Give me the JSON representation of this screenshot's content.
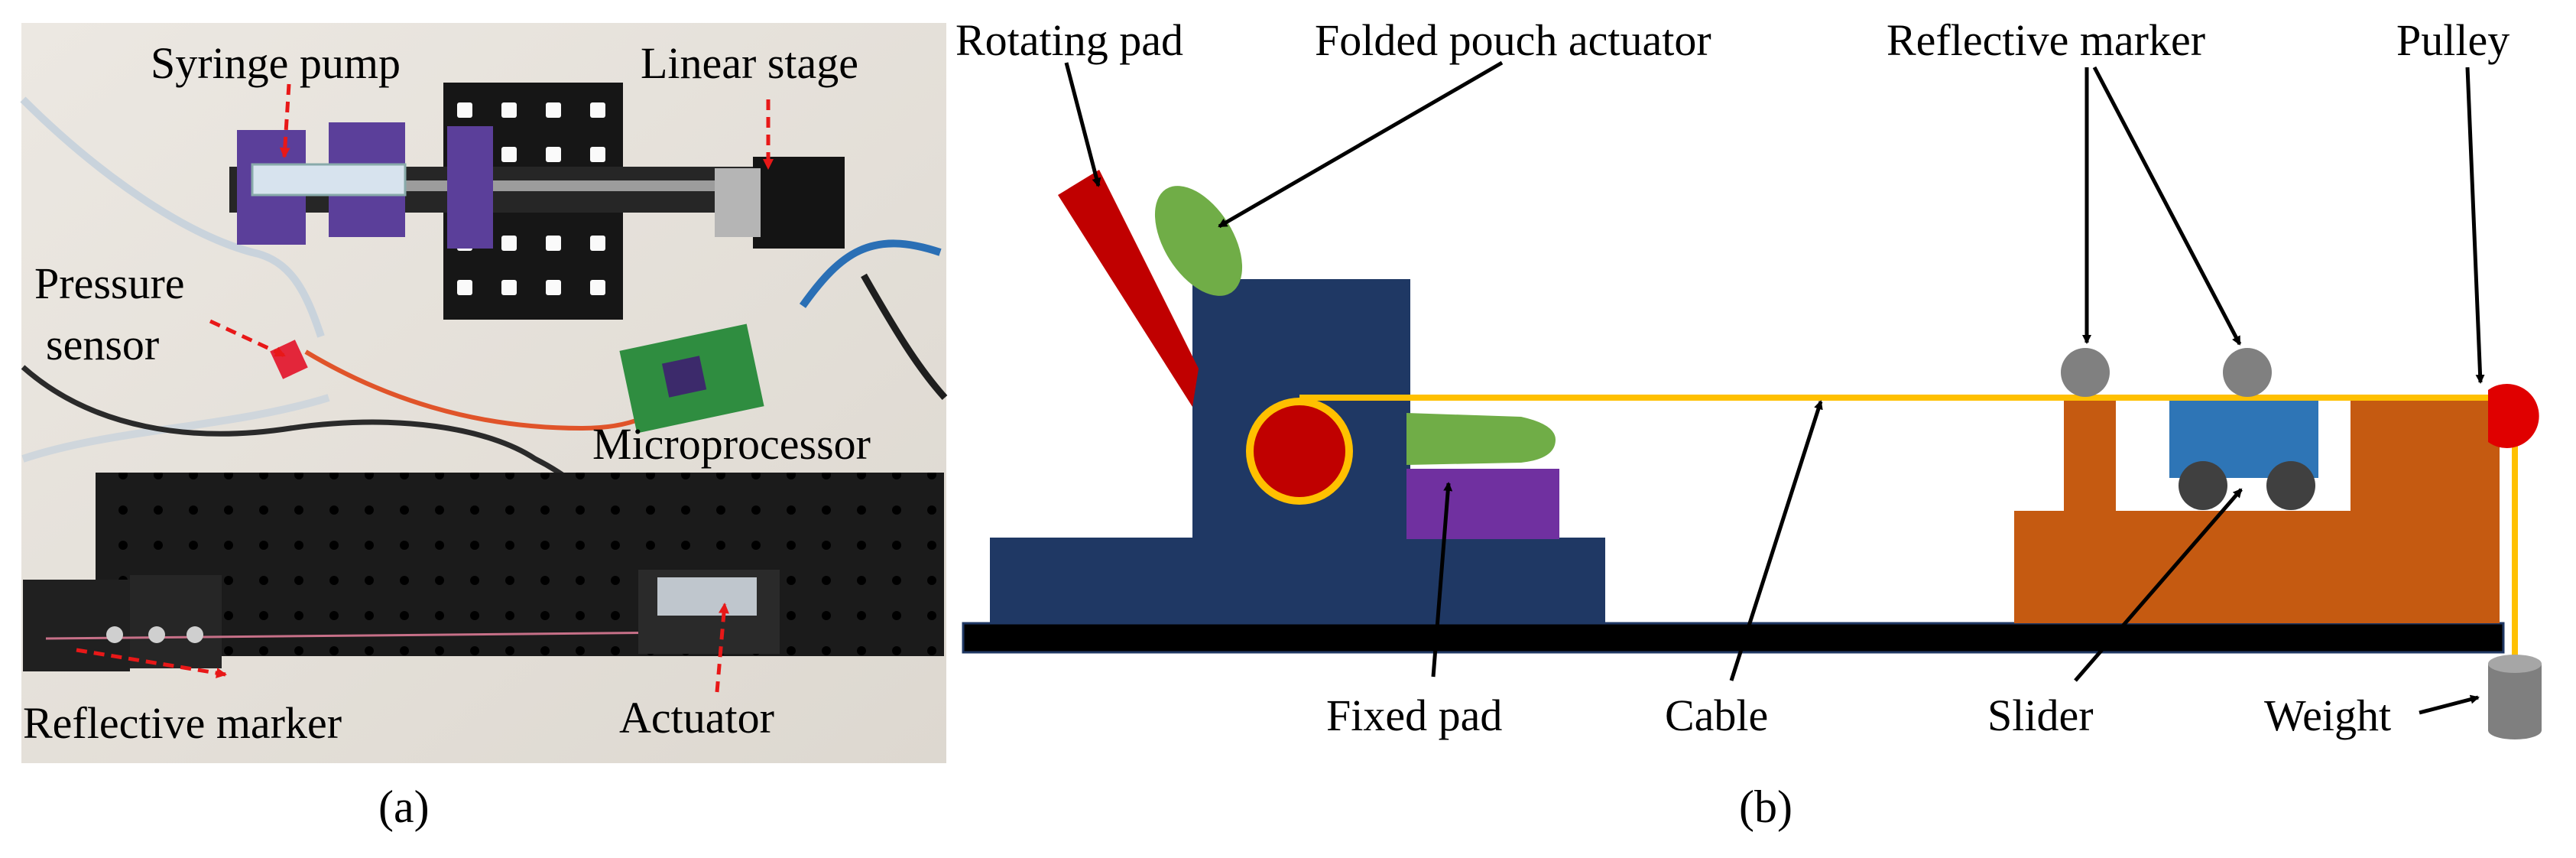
{
  "panel_a": {
    "caption": "(a)",
    "labels": {
      "syringe_pump": "Syringe pump",
      "linear_stage": "Linear stage",
      "pressure_sensor_line1": "Pressure",
      "pressure_sensor_line2": "sensor",
      "microprocessor": "Microprocessor",
      "reflective_marker": "Reflective marker",
      "actuator": "Actuator"
    }
  },
  "panel_b": {
    "caption": "(b)",
    "labels": {
      "rotating_pad": "Rotating pad",
      "folded_pouch_actuator": "Folded pouch actuator",
      "reflective_marker": "Reflective marker",
      "pulley": "Pulley",
      "fixed_pad": "Fixed pad",
      "cable": "Cable",
      "slider": "Slider",
      "weight": "Weight"
    },
    "colors": {
      "base_frame": "#1f3864",
      "rotating_pad": "#c00000",
      "pouch": "#70ad47",
      "fixed_pad_block": "#7030a0",
      "cable": "#ffc000",
      "slider_body": "#2e75b6",
      "slider_frame": "#c55a11",
      "marker": "#808080",
      "wheel": "#404040",
      "ground": "#000000",
      "weight": "#7f7f7f",
      "pulley": "#e00000"
    }
  }
}
